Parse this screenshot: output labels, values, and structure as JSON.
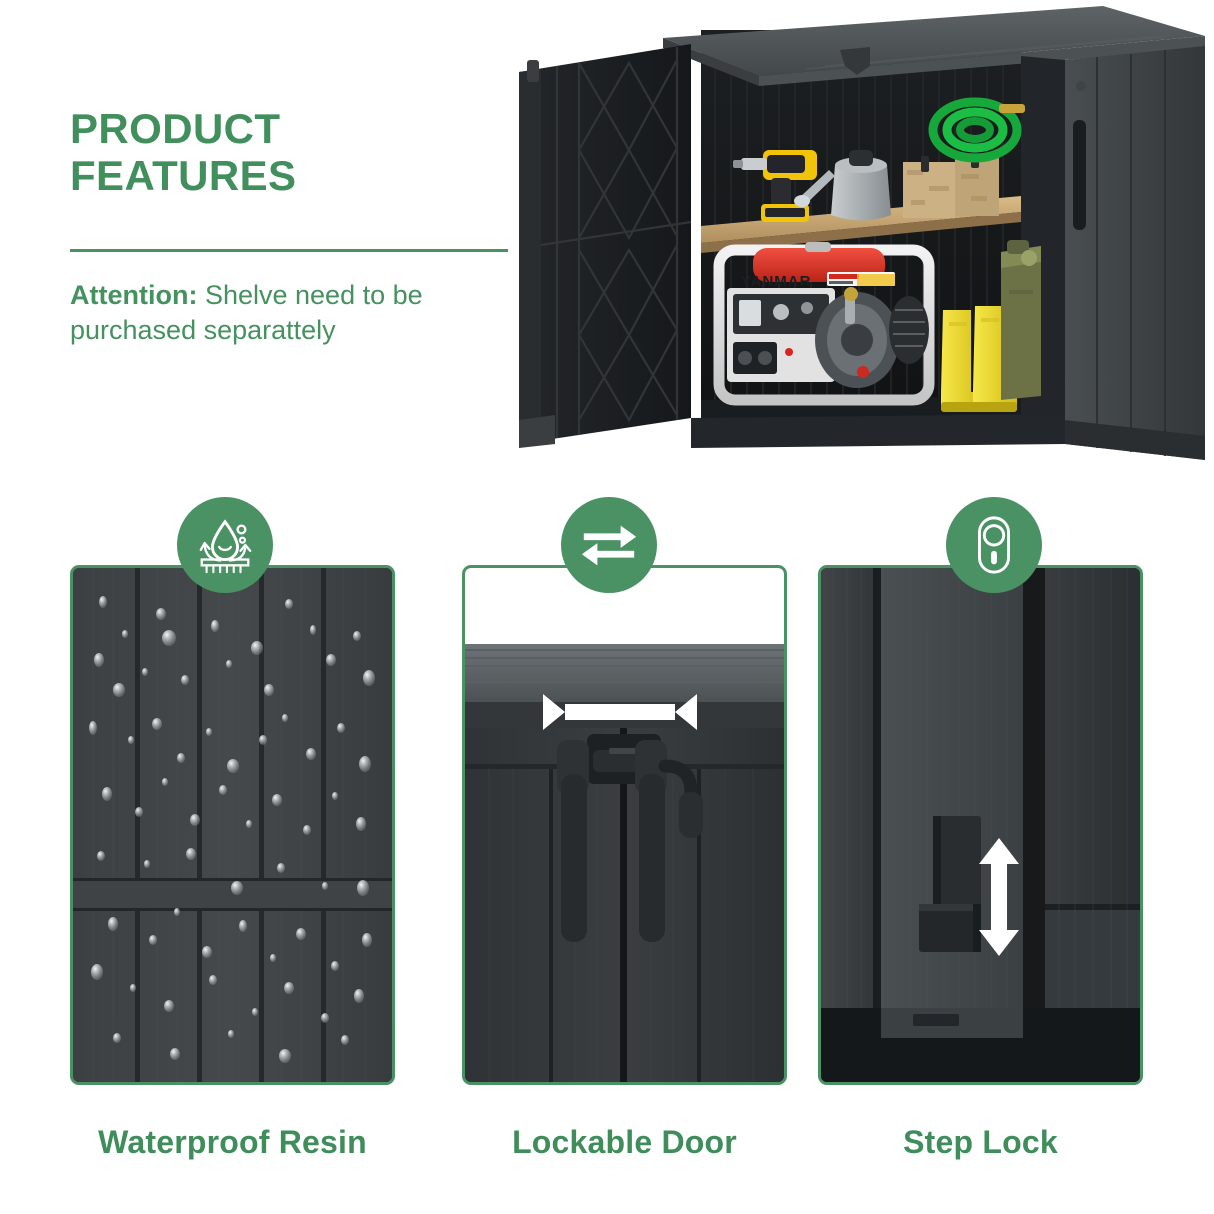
{
  "headline": {
    "line1": "PRODUCT",
    "line2": "FEATURES"
  },
  "attention": {
    "label": "Attention:",
    "body": " Shelve need to be purchased separattely"
  },
  "colors": {
    "brand_green": "#4a9263",
    "title_green": "#418f5d",
    "caption_green": "#3f8d5b",
    "shed_body_dark": "#2b2e30",
    "shed_panel_gray": "#3c4043",
    "shelf_wood": "#c8a874",
    "generator_red": "#d8362a",
    "generator_frame": "#e8e8e8",
    "boots_yellow": "#e8d82c",
    "hose_green": "#17a83c",
    "drill_yellow": "#f2c409",
    "jerrycan_green": "#6c7246",
    "crate_osb": "#c9b083"
  },
  "hero": {
    "alt": "Horizontal resin storage shed with both doors open containing tools",
    "contents": [
      "cordless-drill",
      "watering-can",
      "wooden-crate",
      "garden-hose",
      "wooden-shelf",
      "portable-generator",
      "rubber-boots",
      "jerry-can"
    ],
    "generator_brand": "YANMAR"
  },
  "features": [
    {
      "id": "waterproof-resin",
      "caption": "Waterproof Resin",
      "icon": "water-drop-repel-icon",
      "image_alt": "Water droplets beading on textured dark resin door panel"
    },
    {
      "id": "lockable-door",
      "caption": "Lockable Door",
      "icon": "two-way-arrows-icon",
      "image_alt": "Close-up of twin door handles with latch mechanism"
    },
    {
      "id": "step-lock",
      "caption": "Step Lock",
      "icon": "padlock-icon",
      "image_alt": "Foot operated step lock pedal at base of door"
    }
  ]
}
